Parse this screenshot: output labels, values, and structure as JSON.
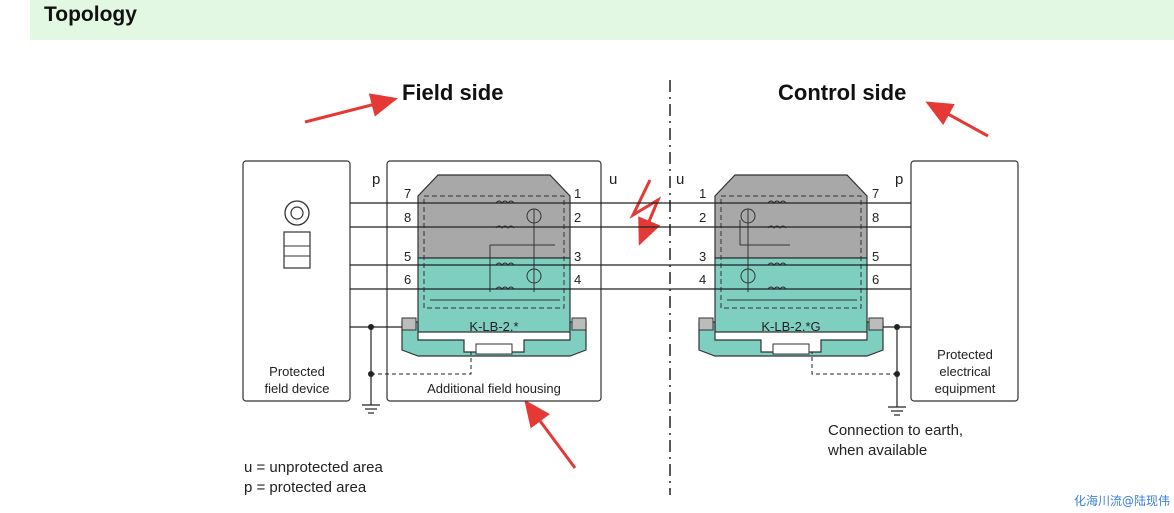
{
  "header": {
    "title": "Topology"
  },
  "labels": {
    "field_side": "Field side",
    "control_side": "Control side",
    "p": "p",
    "u": "u",
    "left_device_line1": "Protected",
    "left_device_line2": "field device",
    "right_device_line1": "Protected",
    "right_device_line2": "electrical",
    "right_device_line3": "equipment",
    "housing": "Additional field housing",
    "left_module": "K-LB-2.*",
    "right_module": "K-LB-2.*G",
    "earth_line1": "Connection to earth,",
    "earth_line2": "when available",
    "legend_u": "u = unprotected area",
    "legend_p": "p = protected area"
  },
  "terminals": {
    "left_p": [
      "7",
      "8",
      "5",
      "6"
    ],
    "left_u": [
      "1",
      "2",
      "3",
      "4"
    ],
    "right_u": [
      "1",
      "2",
      "3",
      "4"
    ],
    "right_p": [
      "7",
      "8",
      "5",
      "6"
    ]
  },
  "colors": {
    "module_gray": "#a8a8a8",
    "module_teal": "#7fcfc0",
    "annotation_red": "#e53935",
    "header_bg": "#e3f8e3"
  },
  "watermark": "化海川流@陆现伟"
}
